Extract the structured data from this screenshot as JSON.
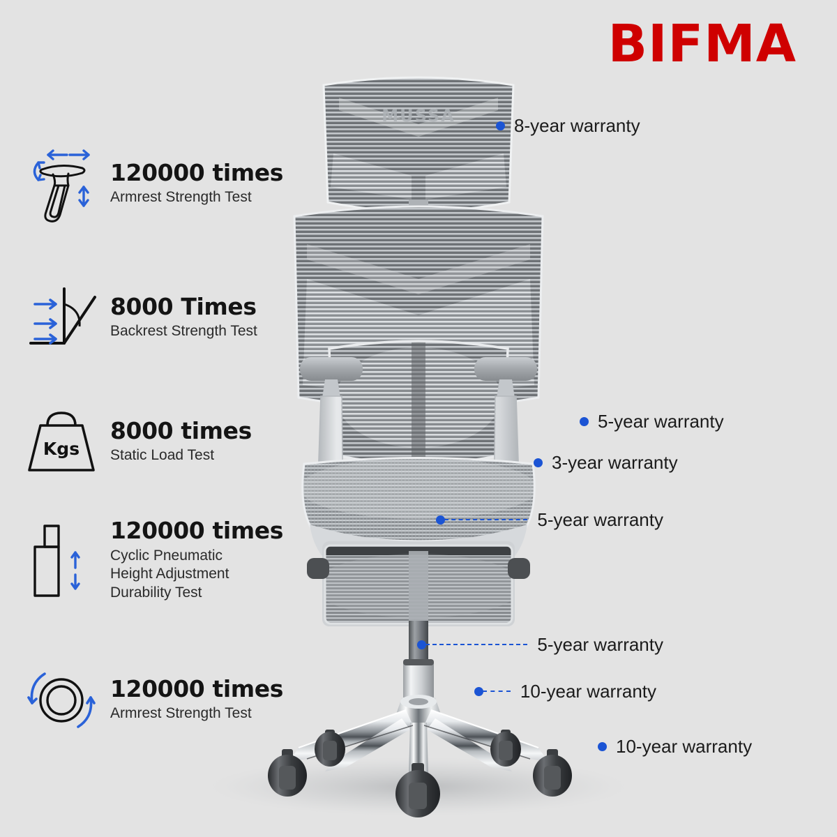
{
  "background_color": "#e3e3e3",
  "accent_blue": "#1b54d4",
  "brand": {
    "name": "BIFMA",
    "color": "#cf0000"
  },
  "product": {
    "logo_text": "MUSSA"
  },
  "specs": [
    {
      "icon": "armrest-adjust-icon",
      "value": "120000 times",
      "label_lines": [
        "Armrest Strength Test"
      ],
      "label": "Armrest Strength Test"
    },
    {
      "icon": "backrest-angle-icon",
      "value": "8000 Times",
      "label_lines": [
        "Backrest Strength Test"
      ],
      "label": "Backrest Strength Test"
    },
    {
      "icon": "weight-kgs-icon",
      "value": "8000 times",
      "label_lines": [
        "Static Load Test"
      ],
      "label": "Static Load Test"
    },
    {
      "icon": "gas-cylinder-icon",
      "value": "120000 times",
      "label_lines": [
        "Cyclic Pneumatic",
        "Height Adjustment",
        "Durability Test"
      ],
      "label": "Cyclic Pneumatic Height Adjustment Durability Test"
    },
    {
      "icon": "caster-rotation-icon",
      "value": "120000 times",
      "label_lines": [
        "Armrest Strength Test"
      ],
      "label": "Armrest Strength Test"
    }
  ],
  "weight_icon_text": "Kgs",
  "warranties": [
    {
      "target": "headrest",
      "label": "8-year warranty"
    },
    {
      "target": "armrest",
      "label": "5-year warranty"
    },
    {
      "target": "seat-cushion",
      "label": "3-year warranty"
    },
    {
      "target": "seat-mechanism",
      "label": "5-year warranty"
    },
    {
      "target": "gas-lift-cylinder",
      "label": "5-year warranty"
    },
    {
      "target": "star-base",
      "label": "10-year warranty"
    },
    {
      "target": "caster-wheel",
      "label": "10-year warranty"
    }
  ]
}
